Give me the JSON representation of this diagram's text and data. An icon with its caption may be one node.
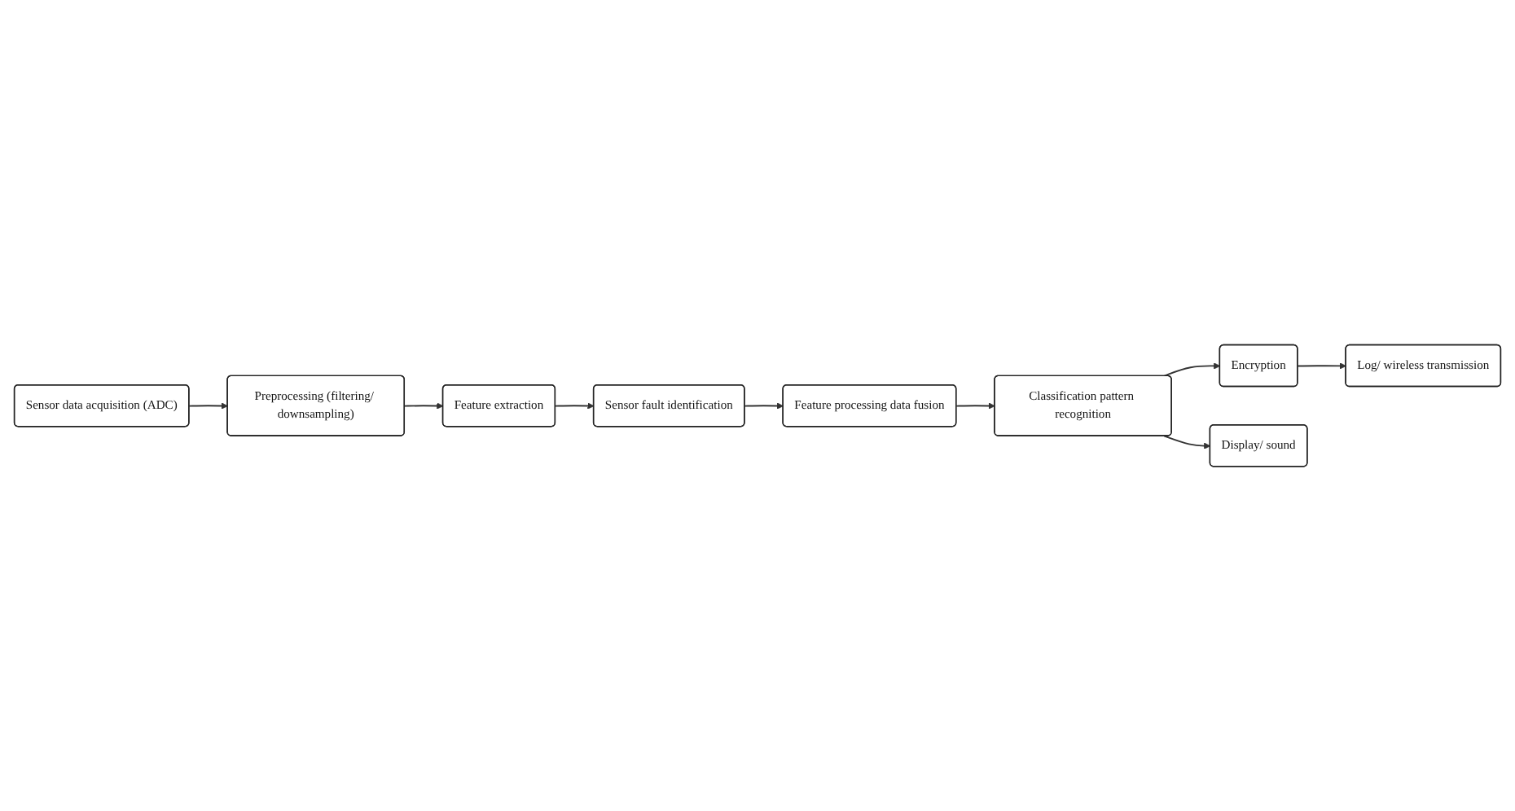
{
  "diagram": {
    "nodes": [
      {
        "text": [
          "Sensor data acquisition (ADC)"
        ]
      },
      {
        "text": [
          "Preprocessing (filtering/ downsampling)"
        ]
      },
      {
        "text": [
          "Feature extraction"
        ]
      },
      {
        "text": [
          "Sensor fault identification"
        ]
      },
      {
        "text": [
          "Feature processing data fusion"
        ]
      },
      {
        "text": [
          "Classification pattern recognition"
        ]
      },
      {
        "text": [
          "Encryption"
        ]
      },
      {
        "text": [
          "Log/ wireless transmission"
        ]
      },
      {
        "text": [
          "Display/ sound"
        ]
      }
    ],
    "edges": [
      {
        "from": 0,
        "to": 1,
        "arrow": "to"
      },
      {
        "from": 1,
        "to": 2,
        "arrow": "to"
      },
      {
        "from": 2,
        "to": 3,
        "arrow": "to"
      },
      {
        "from": 3,
        "to": 4,
        "arrow": "to"
      },
      {
        "from": 4,
        "to": 5,
        "arrow": "to"
      },
      {
        "from": 5,
        "to": 6,
        "arrow": "to"
      },
      {
        "from": 6,
        "to": 7,
        "arrow": "to"
      },
      {
        "from": 5,
        "to": 8,
        "arrow": "to"
      }
    ]
  }
}
